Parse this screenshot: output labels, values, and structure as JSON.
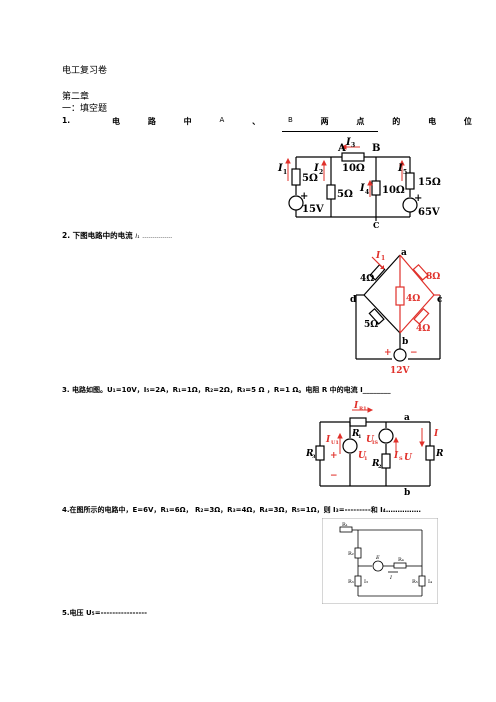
{
  "doc": {
    "title": "电工复习卷",
    "chapter": "第二章",
    "section": "一：填空题"
  },
  "q1": {
    "number": "1.",
    "chars": [
      "电",
      "路",
      "中",
      "A",
      "、",
      "B",
      "两",
      "点",
      "的",
      "电",
      "位"
    ],
    "circuit": {
      "labels": {
        "A": "A",
        "B": "B",
        "C": "C",
        "I1": "I",
        "I1_sub": "1",
        "I2": "I",
        "I2_sub": "2",
        "I3": "I",
        "I3_sub": "3",
        "I4": "I",
        "I4_sub": "4",
        "I5": "I",
        "I5_sub": "5",
        "r5a": "5Ω",
        "r5b": "5Ω",
        "r10a": "10Ω",
        "r10b": "10Ω",
        "r15": "15Ω",
        "v15": "15V",
        "v65": "65V",
        "plus": "+"
      }
    }
  },
  "q2": {
    "text": "2.  下图电路中的电流",
    "var": "I₁",
    "blank": "……………",
    "circuit": {
      "labels": {
        "I1": "I",
        "I1_sub": "1",
        "a": "a",
        "b": "b",
        "c": "c",
        "d": "d",
        "r4a": "4Ω",
        "r8": "8Ω",
        "r4b": "4Ω",
        "r5": "5Ω",
        "r4c": "4Ω",
        "v12": "12V",
        "plus": "+",
        "minus": "−"
      }
    }
  },
  "q3": {
    "text": "3.  电路如图。U₁=10V，I₅=2A，R₁=1Ω，R₂=2Ω，R₃=5 Ω ，R=1 Ω。电阻 R 中的电流 I________",
    "circuit": {
      "labels": {
        "IR1": "I",
        "IR1_sub": "R1",
        "a": "a",
        "b": "b",
        "R1": "R",
        "R1_sub": "1",
        "IU1": "I",
        "IU1_sub": "U1",
        "UIS": "U",
        "UIS_sub": "IS",
        "I": "I",
        "U1": "U",
        "U1_sub": "1",
        "IS": "I",
        "IS_sub": "S",
        "U": "U",
        "R3": "R",
        "R3_sub": "3",
        "R2": "R",
        "R2_sub": "2",
        "R": "R",
        "plus": "+",
        "minus": "−"
      }
    }
  },
  "q4": {
    "text": "4.在图所示的电路中，E=6V，R₁=6Ω，  R₂=3Ω，R₃=4Ω，R₄=3Ω，R₅=1Ω，则 I₃=---------和 I₄……………",
    "circuit": {
      "labels": {
        "R1": "R₁",
        "R2": "R₂",
        "R3": "R₃",
        "R4": "R₄",
        "R5": "R₅",
        "E": "E",
        "I3": "I₃",
        "I": "I",
        "I4": "I₄"
      }
    }
  },
  "q5": {
    "text": "5.电压 U₅=----------------"
  }
}
